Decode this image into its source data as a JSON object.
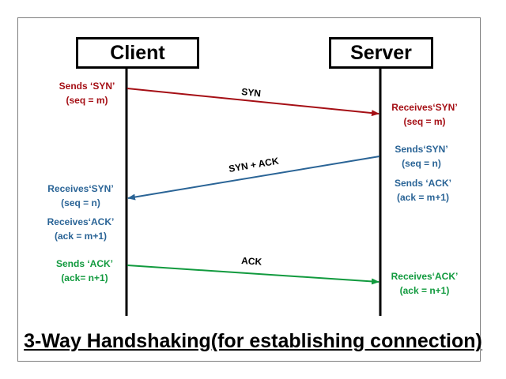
{
  "client": {
    "label": "Client"
  },
  "server": {
    "label": "Server"
  },
  "messages": {
    "syn": {
      "label": "SYN",
      "color": "#a50f15"
    },
    "synack": {
      "label": "SYN + ACK",
      "color": "#2a6496"
    },
    "ack": {
      "label": "ACK",
      "color": "#119a3e"
    }
  },
  "notes": {
    "client_sends_syn": [
      "Sends ‘SYN’",
      "(seq = m)"
    ],
    "server_receives_syn": [
      "Receives‘SYN’",
      "(seq = m)"
    ],
    "server_sends_syn": [
      "Sends‘SYN’",
      "(seq = n)"
    ],
    "server_sends_ack": [
      "Sends ‘ACK’",
      "(ack = m+1)"
    ],
    "client_receives_syn": [
      "Receives‘SYN’",
      "(seq = n)"
    ],
    "client_receives_ack": [
      "Receives‘ACK’",
      "(ack = m+1)"
    ],
    "client_sends_ack": [
      "Sends ‘ACK’",
      "(ack= n+1)"
    ],
    "server_receives_ack": [
      "Receives‘ACK’",
      "(ack = n+1)"
    ]
  },
  "caption": "3-Way Handshaking(for establishing connection)"
}
